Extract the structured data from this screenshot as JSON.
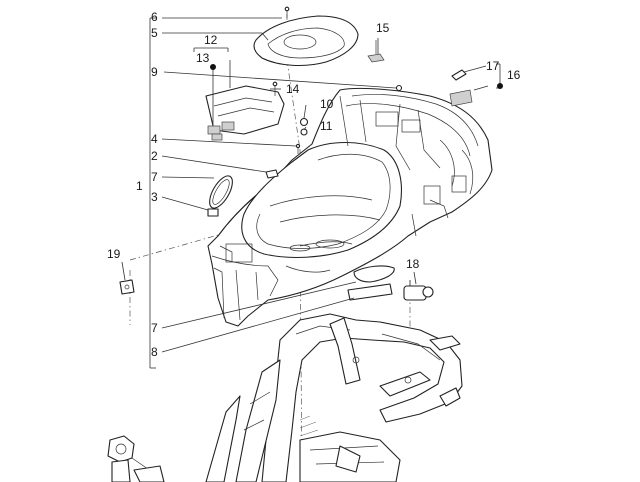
{
  "callouts": {
    "c1": "1",
    "c2": "2",
    "c3": "3",
    "c4": "4",
    "c5": "5",
    "c6": "6",
    "c7a": "7",
    "c7b": "7",
    "c8": "8",
    "c9": "9",
    "c10": "10",
    "c11": "11",
    "c12": "12",
    "c13": "13",
    "c14": "14",
    "c15": "15",
    "c16": "16",
    "c17": "17",
    "c18": "18",
    "c19": "19"
  },
  "legend_marker_icon": "filled-circle",
  "colors": {
    "line": "#222222",
    "background": "#ffffff",
    "fill_grey": "#cfcfcf"
  }
}
